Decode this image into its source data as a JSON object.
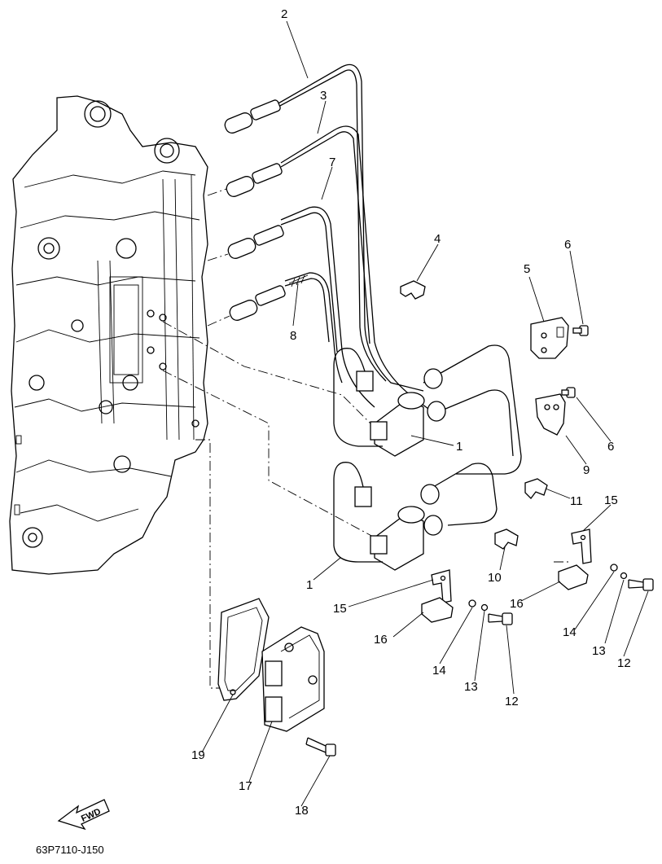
{
  "diagram": {
    "callouts": [
      {
        "id": "c2",
        "label": "2"
      },
      {
        "id": "c3",
        "label": "3"
      },
      {
        "id": "c7",
        "label": "7"
      },
      {
        "id": "c4",
        "label": "4"
      },
      {
        "id": "c5",
        "label": "5"
      },
      {
        "id": "c6a",
        "label": "6"
      },
      {
        "id": "c8",
        "label": "8"
      },
      {
        "id": "c6b",
        "label": "6"
      },
      {
        "id": "c1a",
        "label": "1"
      },
      {
        "id": "c9",
        "label": "9"
      },
      {
        "id": "c11",
        "label": "11"
      },
      {
        "id": "c15a",
        "label": "15"
      },
      {
        "id": "c10",
        "label": "10"
      },
      {
        "id": "c1b",
        "label": "1"
      },
      {
        "id": "c15b",
        "label": "15"
      },
      {
        "id": "c16a",
        "label": "16"
      },
      {
        "id": "c16b",
        "label": "16"
      },
      {
        "id": "c14a",
        "label": "14"
      },
      {
        "id": "c13a",
        "label": "13"
      },
      {
        "id": "c12a",
        "label": "12"
      },
      {
        "id": "c14b",
        "label": "14"
      },
      {
        "id": "c13b",
        "label": "13"
      },
      {
        "id": "c12b",
        "label": "12"
      },
      {
        "id": "c19",
        "label": "19"
      },
      {
        "id": "c17",
        "label": "17"
      },
      {
        "id": "c18",
        "label": "18"
      }
    ],
    "fwd_label": "FWD",
    "drawing_code": "63P7110-J150"
  }
}
